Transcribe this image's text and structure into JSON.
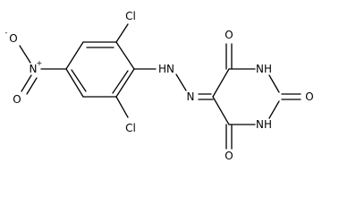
{
  "molecule": {
    "atom_labels": {
      "cl_top": "Cl",
      "cl_bottom": "Cl",
      "nitro_o_minus": "O",
      "nitro_o_minus_charge": "-",
      "nitro_n": "N",
      "nitro_n_charge": "+",
      "nitro_o_double": "O",
      "hydrazone_nh": "HN",
      "hydrazone_n": "N",
      "carbonyl_o_top": "O",
      "carbonyl_o_right": "O",
      "carbonyl_o_bottom": "O",
      "ring_nh_top": "NH",
      "ring_nh_bottom": "NH"
    }
  }
}
